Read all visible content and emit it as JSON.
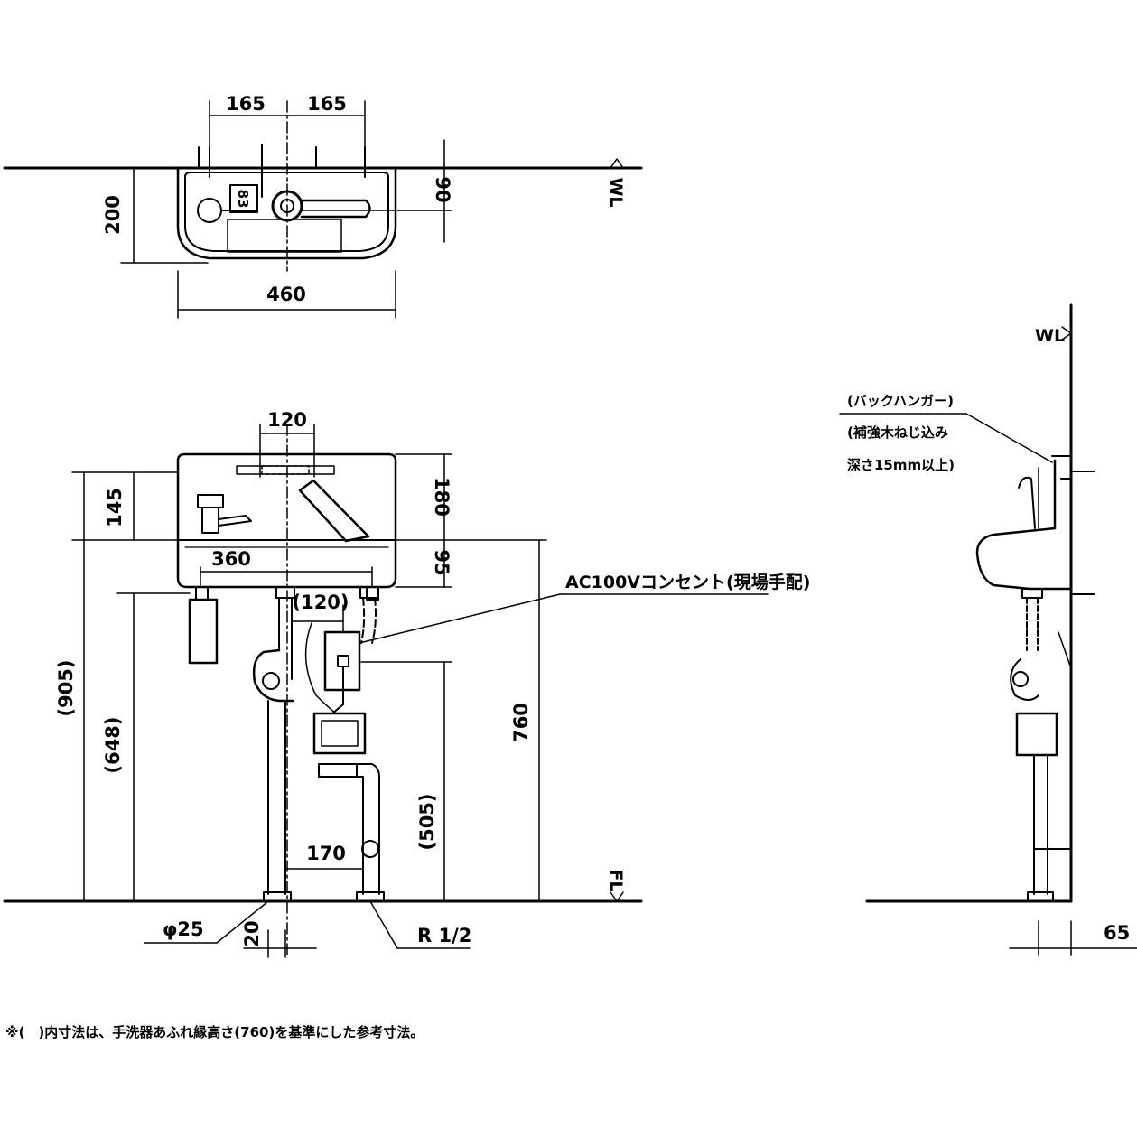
{
  "plan_view": {
    "dim_left_half": "165",
    "dim_right_half": "165",
    "dim_depth": "200",
    "dim_drain_offset": "90",
    "dim_width": "460",
    "bowl_mark": "83",
    "level_wl": "WL"
  },
  "front_view": {
    "dim_faucet_spacing": "120",
    "dim_top_to_rim": "145",
    "dim_tank_height": "180",
    "dim_mount_spacing": "360",
    "dim_rim_to_bottom": "95",
    "dim_overall_height": "(905)",
    "dim_bottom_height": "(648)",
    "dim_rim_height": "760",
    "dim_outlet_height": "(505)",
    "dim_trap_offset": "(120)",
    "dim_pipe_spacing": "170",
    "dim_pipe_dia": "φ25",
    "dim_pipe_wall_offset": "20",
    "supply_thread": "R 1/2",
    "outlet_label": "AC100Vコンセント(現場手配)",
    "level_fl": "FL"
  },
  "side_view": {
    "level_wl": "WL",
    "hanger_label_1": "(バックハンガー)",
    "hanger_label_2": "(補強木ねじ込み",
    "hanger_label_3": "深さ15mm以上)",
    "dim_wall_offset": "65"
  },
  "footnote": "※(　)内寸法は、手洗器あふれ縁高さ(760)を基準にした参考寸法。"
}
